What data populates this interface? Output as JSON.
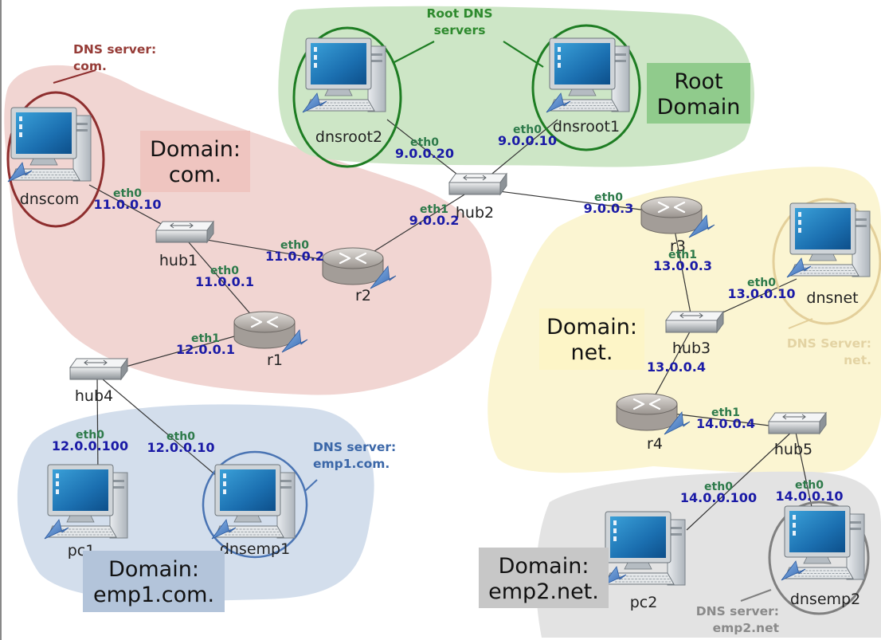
{
  "colors": {
    "blob_com": "#f1d5d2",
    "blob_root": "#cde6c6",
    "blob_net": "#fbf5d2",
    "blob_emp1": "#d3deec",
    "blob_emp2": "#e3e3e3",
    "ip": "#1a1aa6",
    "iface": "#2d7a4a",
    "circle_com": "#8e2e2e",
    "circle_root": "#1e7d23",
    "circle_net": "#e3cf9a",
    "circle_emp1": "#4a74b3",
    "circle_emp2": "#808080",
    "ann_com": "#963c37",
    "ann_root": "#2e8a2e",
    "ann_net": "#e3d3a3",
    "ann_emp1": "#3b67a8",
    "ann_emp2": "#8a8a8a",
    "box_com": "#efc5c0",
    "box_root": "#90cb8c",
    "box_net": "#fdf5c7",
    "box_emp1": "#b3c4da",
    "box_emp2": "#c7c7c7"
  },
  "nodes": [
    {
      "id": "dnscom",
      "kind": "pc",
      "label": "dnscom"
    },
    {
      "id": "dnsroot2",
      "kind": "pc",
      "label": "dnsroot2"
    },
    {
      "id": "dnsroot1",
      "kind": "pc",
      "label": "dnsroot1"
    },
    {
      "id": "dnsnet",
      "kind": "pc",
      "label": "dnsnet"
    },
    {
      "id": "pc1",
      "kind": "pc",
      "label": "pc1"
    },
    {
      "id": "dnsemp1",
      "kind": "pc",
      "label": "dnsemp1"
    },
    {
      "id": "pc2",
      "kind": "pc",
      "label": "pc2"
    },
    {
      "id": "dnsemp2",
      "kind": "pc",
      "label": "dnsemp2"
    },
    {
      "id": "hub1",
      "kind": "hub",
      "label": "hub1"
    },
    {
      "id": "hub2",
      "kind": "hub",
      "label": "hub2"
    },
    {
      "id": "hub3",
      "kind": "hub",
      "label": "hub3"
    },
    {
      "id": "hub4",
      "kind": "hub",
      "label": "hub4"
    },
    {
      "id": "hub5",
      "kind": "hub",
      "label": "hub5"
    },
    {
      "id": "r1",
      "kind": "router",
      "label": "r1"
    },
    {
      "id": "r2",
      "kind": "router",
      "label": "r2"
    },
    {
      "id": "r3",
      "kind": "router",
      "label": "r3"
    },
    {
      "id": "r4",
      "kind": "router",
      "label": "r4"
    }
  ],
  "links": [
    {
      "a": "dnscom",
      "b": "hub1"
    },
    {
      "a": "hub1",
      "b": "r2"
    },
    {
      "a": "hub1",
      "b": "r1"
    },
    {
      "a": "r2",
      "b": "hub2"
    },
    {
      "a": "hub2",
      "b": "dnsroot2"
    },
    {
      "a": "hub2",
      "b": "dnsroot1"
    },
    {
      "a": "hub2",
      "b": "r3"
    },
    {
      "a": "r3",
      "b": "hub3"
    },
    {
      "a": "hub3",
      "b": "dnsnet"
    },
    {
      "a": "hub3",
      "b": "r4"
    },
    {
      "a": "r4",
      "b": "hub5"
    },
    {
      "a": "hub5",
      "b": "pc2"
    },
    {
      "a": "hub5",
      "b": "dnsemp2"
    },
    {
      "a": "r1",
      "b": "hub4"
    },
    {
      "a": "hub4",
      "b": "pc1"
    },
    {
      "a": "hub4",
      "b": "dnsemp1"
    }
  ],
  "interfaces": [
    {
      "id": "dnscom-eth0",
      "iface": "eth0",
      "ip": "11.0.0.10"
    },
    {
      "id": "r2-eth0",
      "iface": "eth0",
      "ip": "11.0.0.2"
    },
    {
      "id": "r1-eth0",
      "iface": "eth0",
      "ip": "11.0.0.1"
    },
    {
      "id": "r1-eth1",
      "iface": "eth1",
      "ip": "12.0.0.1"
    },
    {
      "id": "r2-eth1",
      "iface": "eth1",
      "ip": "9.0.0.2"
    },
    {
      "id": "dnsroot2-eth0",
      "iface": "eth0",
      "ip": "9.0.0.20"
    },
    {
      "id": "dnsroot1-eth0",
      "iface": "eth0",
      "ip": "9.0.0.10"
    },
    {
      "id": "r3-eth0",
      "iface": "eth0",
      "ip": "9.0.0.3"
    },
    {
      "id": "r3-eth1",
      "iface": "eth1",
      "ip": "13.0.0.3"
    },
    {
      "id": "dnsnet-eth0",
      "iface": "eth0",
      "ip": "13.0.0.10"
    },
    {
      "id": "r4-eth0",
      "iface": "",
      "ip": "13.0.0.4"
    },
    {
      "id": "r4-eth1",
      "iface": "eth1",
      "ip": "14.0.0.4"
    },
    {
      "id": "pc1-eth0",
      "iface": "eth0",
      "ip": "12.0.0.100"
    },
    {
      "id": "dnsemp1-eth0",
      "iface": "eth0",
      "ip": "12.0.0.10"
    },
    {
      "id": "pc2-eth0",
      "iface": "eth0",
      "ip": "14.0.0.100"
    },
    {
      "id": "dnsemp2-eth0",
      "iface": "eth0",
      "ip": "14.0.0.10"
    }
  ],
  "domain_boxes": [
    {
      "id": "com",
      "lines": [
        "Domain:",
        "com."
      ]
    },
    {
      "id": "root",
      "lines": [
        "Root",
        "Domain"
      ]
    },
    {
      "id": "net",
      "lines": [
        "Domain:",
        "net."
      ]
    },
    {
      "id": "emp1",
      "lines": [
        "Domain:",
        "emp1.com."
      ]
    },
    {
      "id": "emp2",
      "lines": [
        "Domain:",
        "emp2.net."
      ]
    }
  ],
  "annotations": [
    {
      "id": "com",
      "lines": [
        "DNS server:",
        "com."
      ]
    },
    {
      "id": "root",
      "lines": [
        "Root DNS",
        "servers"
      ]
    },
    {
      "id": "net",
      "lines": [
        "DNS Server:",
        "net."
      ]
    },
    {
      "id": "emp1",
      "lines": [
        "DNS server:",
        "emp1.com."
      ]
    },
    {
      "id": "emp2",
      "lines": [
        "DNS server:",
        "emp2.net"
      ]
    }
  ]
}
